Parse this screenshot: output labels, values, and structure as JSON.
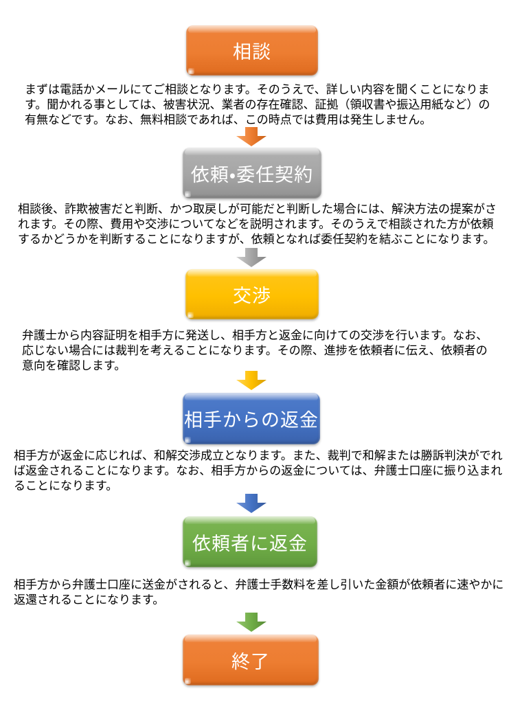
{
  "diagram": {
    "background": "#FFFFFF",
    "text_color": "#000000",
    "boxes": [
      {
        "label": "相談",
        "color": "#ED7D31"
      },
      {
        "label": "依頼・委任契約",
        "color": "#A5A5A5"
      },
      {
        "label": "交渉",
        "color": "#FFC000"
      },
      {
        "label": "相手からの返金",
        "color": "#4472C4"
      },
      {
        "label": "依頼者に返金",
        "color": "#70AD47"
      },
      {
        "label": "終了",
        "color": "#ED7D31"
      }
    ],
    "arrows": [
      {
        "direction": "down",
        "color": "#ED7D31"
      },
      {
        "direction": "down",
        "color": "#A5A5A5"
      },
      {
        "direction": "down",
        "color": "#FFC000"
      },
      {
        "direction": "down",
        "color": "#4472C4"
      },
      {
        "direction": "down",
        "color": "#70AD47"
      }
    ],
    "paragraphs": [
      {
        "lines": [
          "まずは電話かメールにてご相談となります。そのうえで、詳しい内容を聞くことになりま",
          "す。聞かれる事としては、被害状況、業者の存在確認、証拠（領収書や振込用紙など）の",
          "有無などです。なお、無料相談であれば、この時点では費用は発生しません。"
        ]
      },
      {
        "lines": [
          "相談後、詐欺被害だと判断、かつ取戻しが可能だと判断した場合には、解決方法の提案がさ",
          "れます。その際、費用や交渉についてなどを説明されます。そのうえで相談された方が依頼",
          "するかどうかを判断することになりますが、依頼となれば委任契約を結ぶことになります。"
        ]
      },
      {
        "lines": [
          "弁護士から内容証明を相手方に発送し、相手方と返金に向けての交渉を行います。なお、",
          "応じない場合には裁判を考えることになります。その際、進捗を依頼者に伝え、依頼者の",
          "意向を確認します。"
        ]
      },
      {
        "lines": [
          "相手方が返金に応じれば、和解交渉成立となります。また、裁判で和解または勝訴判決がでれ",
          "ば返金されることになります。なお、相手方からの返金については、弁護士口座に振り込まれ",
          "ることになります。"
        ]
      },
      {
        "lines": [
          "相手方から弁護士口座に送金がされると、弁護士手数料を差し引いた金額が依頼者に速やかに",
          "返還されることになります。"
        ]
      }
    ]
  }
}
